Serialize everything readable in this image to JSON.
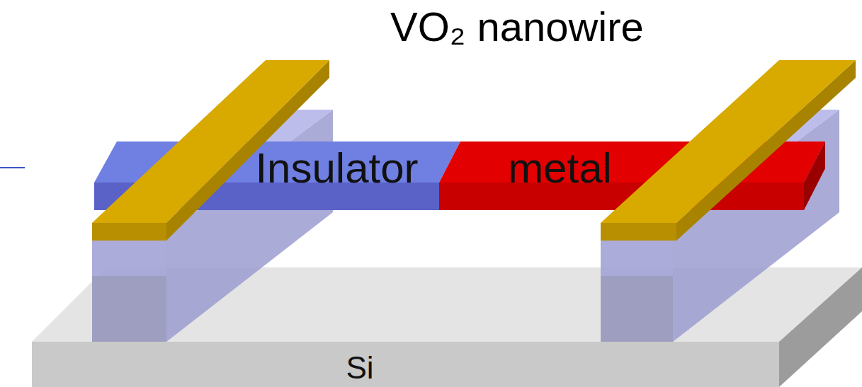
{
  "diagram": {
    "nodes": [
      {
        "text": [
          "Si"
        ]
      },
      {
        "text": [
          "Insulator"
        ]
      },
      {
        "text": [
          "metal"
        ]
      }
    ],
    "labels": [
      "VO₂ nanowire"
    ]
  }
}
